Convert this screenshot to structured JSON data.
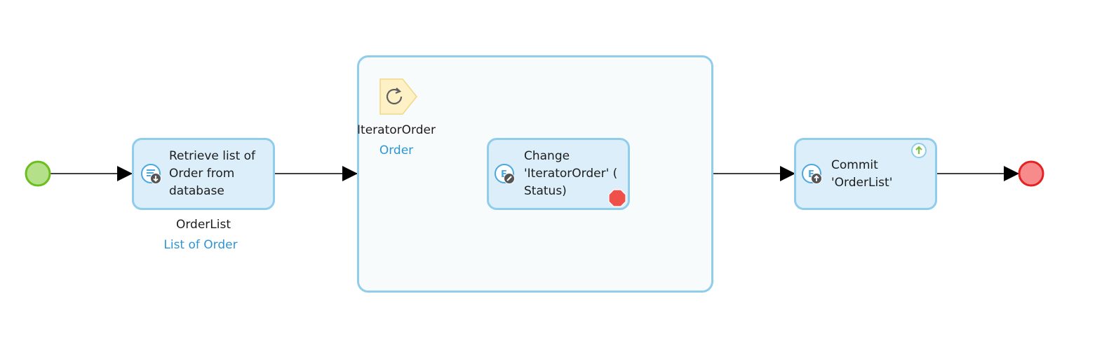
{
  "diagram": {
    "start_event": {
      "shape": "circle",
      "fill": "#b4e08a",
      "stroke": "#6cbd1e"
    },
    "end_event": {
      "shape": "circle",
      "fill": "#f78b8b",
      "stroke": "#e32222"
    },
    "retrieve_action": {
      "label": "Retrieve list of\nOrder from\ndatabase",
      "output_name": "OrderList",
      "output_type": "List of Order",
      "icon": "retrieve-database-icon"
    },
    "loop": {
      "iterator_name": "IteratorOrder",
      "iterator_type": "Order",
      "icon": "loop-iterator-icon",
      "change_action": {
        "label": "Change\n'IteratorOrder' (\nStatus)",
        "icon": "change-object-icon",
        "badge": "error-handler-icon"
      }
    },
    "commit_action": {
      "label": "Commit\n'OrderList'",
      "icon": "commit-object-icon",
      "badge": "refresh-client-icon"
    },
    "colors": {
      "activity_fill": "#dbeef9",
      "activity_border": "#8fcdeb",
      "type_text": "#2e95d3",
      "flow_line": "#000000"
    }
  }
}
